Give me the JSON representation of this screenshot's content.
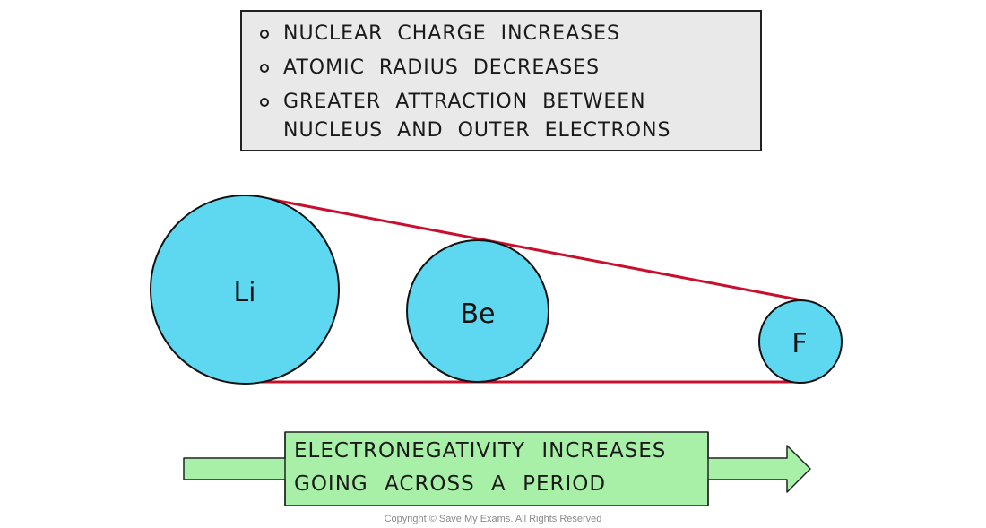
{
  "info_box": {
    "items": [
      "NUCLEAR CHARGE INCREASES",
      "ATOMIC RADIUS DECREASES",
      "GREATER ATTRACTION BETWEEN NUCLEUS AND OUTER ELECTRONS"
    ]
  },
  "atoms": [
    {
      "symbol": "Li"
    },
    {
      "symbol": "Be"
    },
    {
      "symbol": "F"
    }
  ],
  "trend_arrow": {
    "line_1": "ELECTRONEGATIVITY INCREASES",
    "line_2": "GOING ACROSS A PERIOD"
  },
  "footer": {
    "copyright": "Copyright © Save My Exams. All Rights Reserved"
  },
  "colors": {
    "atom_fill": "#5dd8f0",
    "trend_line": "#c8102e",
    "arrow_fill": "#a8f0a8",
    "box_fill": "#e9e9e9"
  }
}
